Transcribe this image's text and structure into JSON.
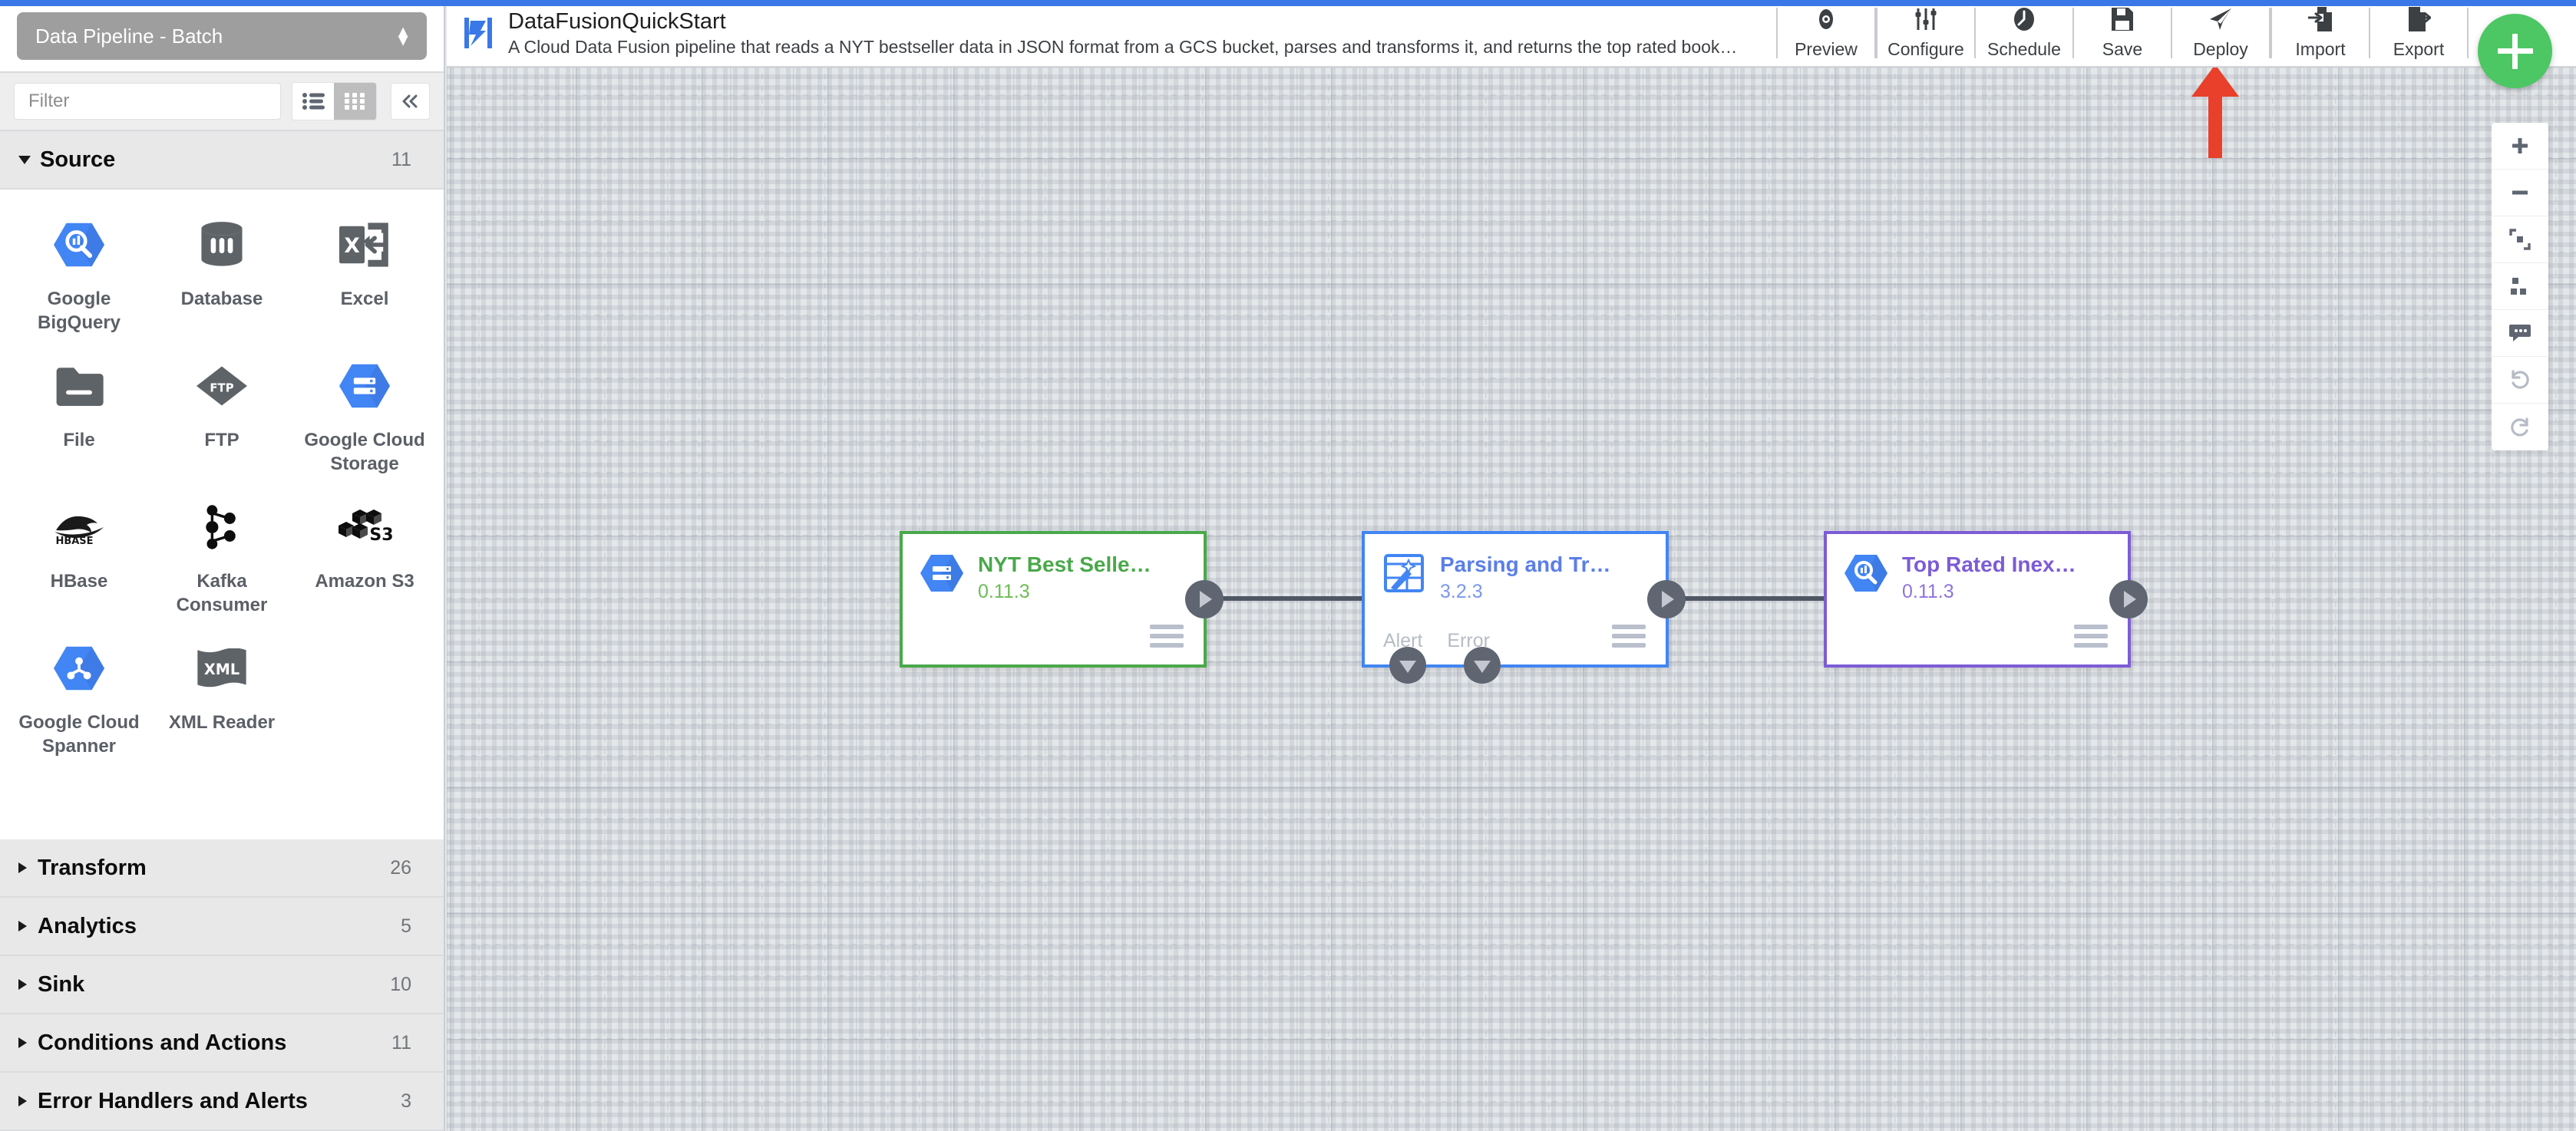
{
  "left_panel": {
    "pipeline_type": "Data Pipeline - Batch",
    "filter_placeholder": "Filter",
    "filter_value": "",
    "view_list_icon": "list-view-icon",
    "view_grid_icon": "grid-view-icon",
    "collapse_icon": "chevron-double-left-icon",
    "sections": [
      {
        "label": "Source",
        "count": "11",
        "expanded": true
      },
      {
        "label": "Transform",
        "count": "26",
        "expanded": false
      },
      {
        "label": "Analytics",
        "count": "5",
        "expanded": false
      },
      {
        "label": "Sink",
        "count": "10",
        "expanded": false
      },
      {
        "label": "Conditions and Actions",
        "count": "11",
        "expanded": false
      },
      {
        "label": "Error Handlers and Alerts",
        "count": "3",
        "expanded": false
      }
    ],
    "source_plugins": [
      {
        "label": "Google BigQuery",
        "icon": "google-bigquery-icon"
      },
      {
        "label": "Database",
        "icon": "database-icon"
      },
      {
        "label": "Excel",
        "icon": "excel-icon"
      },
      {
        "label": "File",
        "icon": "file-folder-icon"
      },
      {
        "label": "FTP",
        "icon": "ftp-icon"
      },
      {
        "label": "Google Cloud Storage",
        "icon": "google-cloud-storage-icon"
      },
      {
        "label": "HBase",
        "icon": "hbase-icon"
      },
      {
        "label": "Kafka Consumer",
        "icon": "kafka-icon"
      },
      {
        "label": "Amazon S3",
        "icon": "amazon-s3-icon"
      },
      {
        "label": "Google Cloud Spanner",
        "icon": "google-cloud-spanner-icon"
      },
      {
        "label": "XML Reader",
        "icon": "xml-reader-icon"
      }
    ]
  },
  "toolbar": {
    "logo_icon": "data-fusion-logo-icon",
    "pipeline_name": "DataFusionQuickStart",
    "pipeline_description": "A Cloud Data Fusion pipeline that reads a NYT bestseller data in JSON format from a GCS bucket, parses and transforms it, and returns the top rated book…",
    "actions": [
      {
        "label": "Preview",
        "icon": "eye-icon"
      },
      {
        "label": "Configure",
        "icon": "sliders-icon"
      },
      {
        "label": "Schedule",
        "icon": "clock-icon"
      },
      {
        "label": "Save",
        "icon": "floppy-disk-icon"
      },
      {
        "label": "Deploy",
        "icon": "paper-plane-icon"
      },
      {
        "label": "Import",
        "icon": "import-arrow-icon"
      },
      {
        "label": "Export",
        "icon": "export-arrow-icon"
      }
    ],
    "add_button_icon": "plus-icon",
    "add_button_color": "#4cc764"
  },
  "annotation": {
    "arrow_color": "#e8402a",
    "points_at": "Deploy"
  },
  "canvas": {
    "nodes": [
      {
        "title": "NYT Best Selle…",
        "version": "0.11.3",
        "icon": "google-cloud-storage-icon",
        "accent": "#4aa84a",
        "border": "#4aa84a",
        "title_color": "#4aa84a",
        "version_color": "#6cbd55",
        "ports": []
      },
      {
        "title": "Parsing and Tr…",
        "version": "3.2.3",
        "icon": "wrangler-icon",
        "accent": "#4285f4",
        "border": "#4285f4",
        "title_color": "#5b7fe8",
        "version_color": "#7b97ef",
        "ports": [
          "Alert",
          "Error"
        ]
      },
      {
        "title": "Top Rated Inex…",
        "version": "0.11.3",
        "icon": "google-bigquery-icon",
        "accent": "#7c5cd6",
        "border": "#7c5cd6",
        "title_color": "#7c5cd6",
        "version_color": "#8f73e0",
        "ports": []
      }
    ],
    "controls": [
      {
        "name": "zoom-in-icon",
        "label": "+"
      },
      {
        "name": "zoom-out-icon",
        "label": "−"
      },
      {
        "name": "fit-to-screen-icon",
        "label": ""
      },
      {
        "name": "align-nodes-icon",
        "label": ""
      },
      {
        "name": "comment-icon",
        "label": ""
      },
      {
        "name": "undo-icon",
        "label": ""
      },
      {
        "name": "redo-icon",
        "label": ""
      }
    ]
  }
}
